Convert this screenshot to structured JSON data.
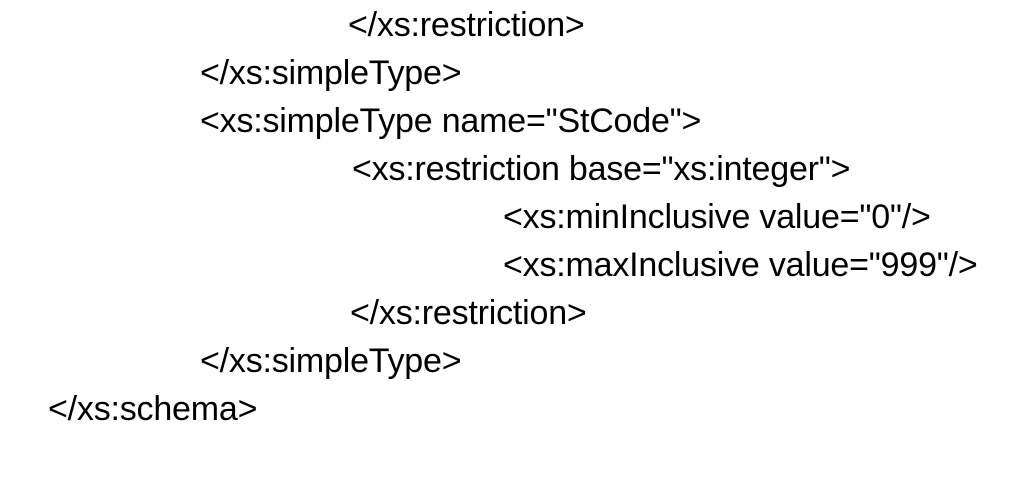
{
  "document": {
    "kind": "xml-schema-snippet",
    "background_color": "#ffffff",
    "text_color": "#000000",
    "lines": [
      {
        "id": "line-1",
        "text": "</xs:restriction>"
      },
      {
        "id": "line-2",
        "text": "</xs:simpleType>"
      },
      {
        "id": "line-3",
        "text": "<xs:simpleType name=\"StCode\">"
      },
      {
        "id": "line-4",
        "text": "<xs:restriction base=\"xs:integer\">"
      },
      {
        "id": "line-5",
        "text": "<xs:minInclusive value=\"0\"/>"
      },
      {
        "id": "line-6",
        "text": "<xs:maxInclusive value=\"999\"/>"
      },
      {
        "id": "line-7",
        "text": "</xs:restriction>"
      },
      {
        "id": "line-8",
        "text": "</xs:simpleType>"
      },
      {
        "id": "line-9",
        "text": "</xs:schema>"
      }
    ]
  }
}
